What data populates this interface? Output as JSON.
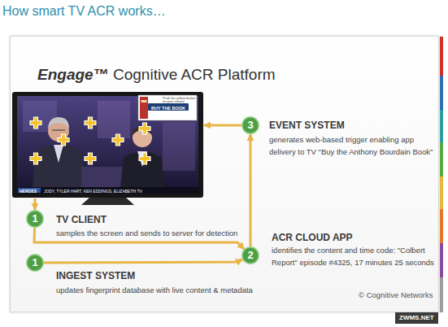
{
  "diagram": {
    "title": "How smart TV ACR works…",
    "nodes": [
      {
        "text": [
          "Engage™",
          "Cognitive ACR Platform",
          "© Cognitive Networks"
        ]
      },
      {
        "text": [
          "BUY THE BOOK",
          "Push the yellow button on your remote",
          "HEROES",
          "JODY, TYLER HART, KEN EDDINGS, ELIZABETH TV"
        ],
        "in": 0
      },
      {
        "text": [
          "3",
          "EVENT SYSTEM",
          "generates web-based trigger enabling app delivery to TV \"Buy the Anthony Bourdain Book\""
        ],
        "in": 0
      },
      {
        "text": [
          "1",
          "TV CLIENT",
          "samples the screen and sends to server for detection"
        ],
        "in": 0
      },
      {
        "text": [
          "2",
          "ACR CLOUD APP",
          "identifies the content and time code: \"Colbert Report\" episode #4325, 17 minutes 25 seconds"
        ],
        "in": 0
      },
      {
        "text": [
          "1",
          "INGEST SYSTEM",
          "updates fingerprint database with live content & metadata"
        ],
        "in": 0
      }
    ],
    "edges": [
      {
        "from": 1,
        "to": 3,
        "arrow": "to"
      },
      {
        "from": 3,
        "to": 4,
        "arrow": "to"
      },
      {
        "from": 5,
        "to": 4,
        "arrow": "to"
      },
      {
        "from": 4,
        "to": 2,
        "arrow": "to"
      },
      {
        "from": 2,
        "to": 1,
        "arrow": "to"
      }
    ],
    "labels": [
      "ZWMS.NET"
    ]
  }
}
